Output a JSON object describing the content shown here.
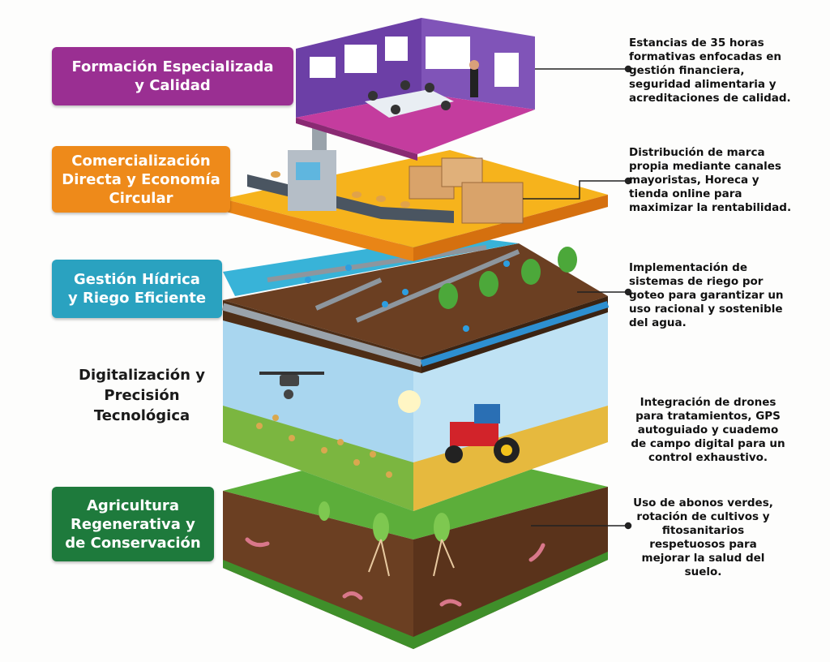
{
  "layers": [
    {
      "title": "Formación Especializada\ny Calidad",
      "description": "Estancias de 35 horas\nformativas enfocadas en\ngestión financiera,\nseguridad alimentaria y\nacreditaciones de calidad.",
      "color": "#9a2f92"
    },
    {
      "title": "Comercialización\nDirecta y Economía\nCircular",
      "description": "Distribución de marca\npropia mediante canales\nmayoristas, Horeca y\ntienda online para\nmaximizar la rentabilidad.",
      "color": "#ee8a1a"
    },
    {
      "title": "Gestión Hídrica\ny Riego Eficiente",
      "description": "Implementación de\nsistemas de riego por\ngoteo para garantizar un\nuso racional y sostenible\ndel agua.",
      "color": "#2aa2c0"
    },
    {
      "title": "Digitalización y\nPrecisión\nTecnológica",
      "description": "Integración de drones\npara tratamientos, GPS\nautoguiado y cuademo\nde campo digital para un\ncontrol exhaustivo.",
      "color": "#1a1a1a"
    },
    {
      "title": "Agricultura\nRegenerativa y\nde Conservación",
      "description": "Uso de abonos verdes,\nrotación de cultivos y\nfitosanitarios\nrespetuosos para\nmejorar la salud del suelo.",
      "color": "#1e7a3c"
    }
  ]
}
